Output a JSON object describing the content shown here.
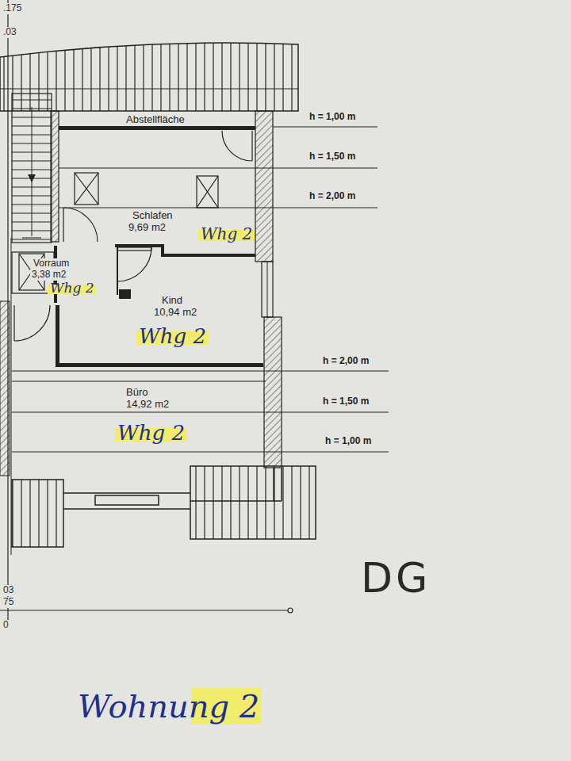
{
  "diagram": {
    "nodes": [
      {
        "text": [
          "Abstellfläche"
        ]
      },
      {
        "text": [
          "Schlafen",
          "9,69 m2",
          "Whg 2"
        ]
      },
      {
        "text": [
          "Vorraum",
          "3,38 m2",
          "Whg 2"
        ]
      },
      {
        "text": [
          "Kind",
          "10,94 m2",
          "Whg 2"
        ]
      },
      {
        "text": [
          "Büro",
          "14,92 m2",
          "Whg 2"
        ]
      }
    ],
    "labels": [
      ".175",
      ".03",
      "h = 1,00 m",
      "h = 1,50 m",
      "h = 2,00 m",
      "h = 2,00 m",
      "h = 1,50 m",
      "h = 1,00 m",
      "DG",
      "03",
      "75",
      "0",
      "Wohnung 2"
    ]
  }
}
